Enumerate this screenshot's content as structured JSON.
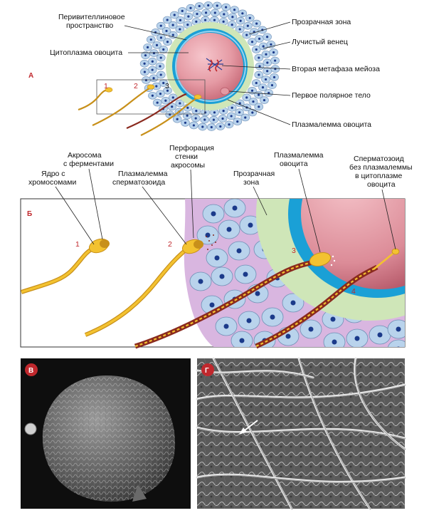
{
  "panels": {
    "a": "А",
    "b": "Б",
    "v": "В",
    "g": "Г"
  },
  "top_labels": {
    "perivitelline_line1": "Перивителлиновое",
    "perivitelline_line2": "пространство",
    "cytoplasm": "Цитоплазма овоцита",
    "zona": "Прозрачная зона",
    "corona": "Лучистый венец",
    "metaphase": "Вторая метафаза мейоза",
    "polar_body": "Первое полярное тело",
    "plasmalemma": "Плазмалемма овоцита"
  },
  "top_numbers": [
    "1",
    "2",
    "3"
  ],
  "mid_labels": {
    "acrosome_line1": "Акросома",
    "acrosome_line2": "с ферментами",
    "nucleus_line1": "Ядро с",
    "nucleus_line2": "хромосомами",
    "sperm_membrane_line1": "Плазмалемма",
    "sperm_membrane_line2": "сперматозоида",
    "perforation_line1": "Перфорация",
    "perforation_line2": "стенки",
    "perforation_line3": "акросомы",
    "zona_line1": "Прозрачная",
    "zona_line2": "зона",
    "oocyte_membrane_line1": "Плазмалемма",
    "oocyte_membrane_line2": "овоцита",
    "sperm_cyto_line1": "Сперматозоид",
    "sperm_cyto_line2": "без плазмалеммы",
    "sperm_cyto_line3": "в цитоплазме",
    "sperm_cyto_line4": "овоцита"
  },
  "mid_numbers": [
    "1",
    "2",
    "3",
    "4"
  ],
  "colors": {
    "cell_fill": "#b9d3ec",
    "cell_stroke": "#6f8fb5",
    "cell_nucleus": "#1b3a8a",
    "zona": "#cfe6b8",
    "plasmalemma": "#1aa0d6",
    "oocyte": "#e7a0a8",
    "oocyte_dark": "#c86a78",
    "sperm": "#f3c230",
    "sperm_dark": "#c8901a",
    "tail_brown": "#8a2a1e",
    "purple_cell": "#d9b6e0",
    "accent_red": "#c0282d"
  }
}
